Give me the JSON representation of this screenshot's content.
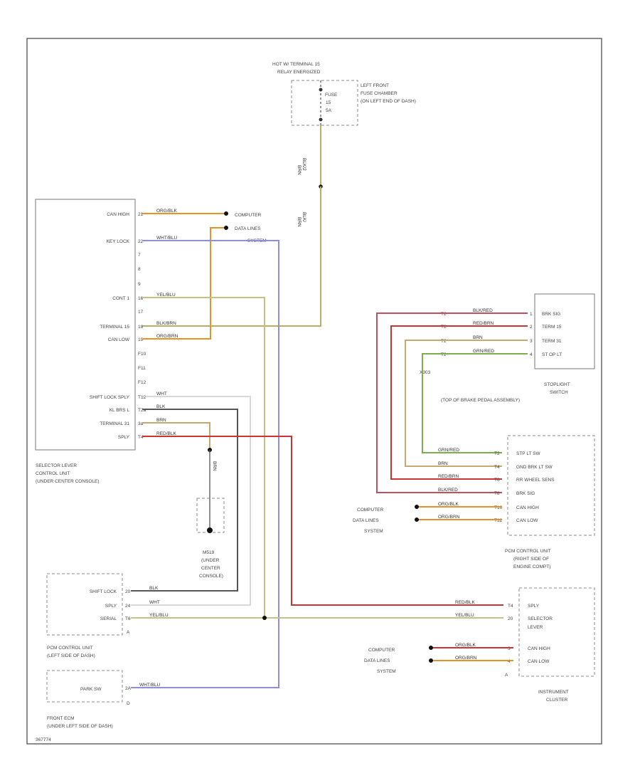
{
  "top": {
    "hot_label": "HOT W/ TERMINAL 15",
    "relay_label": "RELAY ENERGIZED",
    "fuse_label": "FUSE",
    "fuse_num": "15",
    "fuse_amps": "5A",
    "fuse_chamber_1": "LEFT FRONT",
    "fuse_chamber_2": "FUSE CHAMBER",
    "fuse_chamber_3": "(ON LEFT END OF DASH)",
    "wire_top": "BLK/2",
    "wire_top_2": "BRN",
    "wire_mid": "BLK/",
    "wire_mid_2": "BRN"
  },
  "selector": {
    "pins": [
      {
        "num": "21",
        "label": "CAN HIGH",
        "wire": "ORG/BLK"
      },
      {
        "num": "22",
        "label": "KEY LOCK",
        "wire": "WHT/BLU"
      },
      {
        "num": "7",
        "label": "",
        "wire": ""
      },
      {
        "num": "8",
        "label": "",
        "wire": ""
      },
      {
        "num": "9",
        "label": "",
        "wire": ""
      },
      {
        "num": "16",
        "label": "CONT 1",
        "wire": "YEL/BLU"
      },
      {
        "num": "17",
        "label": "",
        "wire": ""
      },
      {
        "num": "18",
        "label": "TERMINAL 15",
        "wire": "BLK/BRN"
      },
      {
        "num": "19",
        "label": "CAN LOW",
        "wire": "ORG/BRN"
      },
      {
        "num": "F10",
        "label": "",
        "wire": ""
      },
      {
        "num": "F11",
        "label": "",
        "wire": ""
      },
      {
        "num": "F12",
        "label": "",
        "wire": ""
      },
      {
        "num": "T12",
        "label": "SHIFT LOCK SPLY",
        "wire": "WHT"
      },
      {
        "num": "T2a",
        "label": "KL BRS L",
        "wire": "BLK"
      },
      {
        "num": "3a",
        "label": "TERMINAL 31",
        "wire": "BRN"
      },
      {
        "num": "T4",
        "label": "SPLY",
        "wire": "RED/BLK"
      }
    ],
    "name_1": "SELECTOR LEVER",
    "name_2": "CONTROL UNIT",
    "name_3": "(UNDER CENTER CONSOLE)"
  },
  "computer_top": {
    "l1": "COMPUTER",
    "l2": "DATA LINES",
    "l3": "SYSTEM"
  },
  "ground": {
    "wire": "BRN",
    "name_1": "M519",
    "name_2": "(UNDER",
    "name_3": "CENTER",
    "name_4": "CONSOLE)"
  },
  "stoplight": {
    "pins": [
      {
        "num": "1",
        "label": "BRK SIG",
        "wire": "BLK/RED",
        "conn": "T2"
      },
      {
        "num": "2",
        "label": "TERM 15",
        "wire": "RED/BRN",
        "conn": "T2"
      },
      {
        "num": "3",
        "label": "TERM 31",
        "wire": "BRN",
        "conn": "T2"
      },
      {
        "num": "4",
        "label": "ST OP LT",
        "wire": "GRN/RED",
        "conn": "T2"
      }
    ],
    "splice": "X303",
    "name_1": "STOPLIGHT",
    "name_2": "SWITCH",
    "name_3": "(TOP OF BRAKE PEDAL ASSEMBLY)"
  },
  "pcm": {
    "pins": [
      {
        "num": "T2",
        "label": "STP LT SW",
        "wire": "GRN/RED"
      },
      {
        "num": "T4",
        "label": "GND BRK LT SW",
        "wire": "BRN"
      },
      {
        "num": "T6",
        "label": "RR WHEEL SENS",
        "wire": "RED/BRN"
      },
      {
        "num": "T8",
        "label": "BRK SIG",
        "wire": "BLK/RED"
      },
      {
        "num": "T10",
        "label": "CAN HIGH",
        "wire": "ORG/BLK"
      },
      {
        "num": "T12",
        "label": "CAN LOW",
        "wire": "ORG/BRN"
      }
    ],
    "name_1": "PCM CONTROL UNIT",
    "name_2": "(RIGHT SIDE OF",
    "name_3": "ENGINE COMPT)"
  },
  "computer_mid": {
    "l1": "COMPUTER",
    "l2": "DATA LINES",
    "l3": "SYSTEM"
  },
  "pdm": {
    "pins": [
      {
        "num": "20",
        "label": "SHIFT LOCK",
        "wire": "BLK"
      },
      {
        "num": "24",
        "label": "SPLY",
        "wire": "WHT"
      },
      {
        "num": "T6",
        "label": "SERIAL",
        "wire": "YEL/BLU"
      }
    ],
    "conn": "A",
    "name_1": "PCM CONTROL UNIT",
    "name_2": "(LEFT SIDE OF DASH)"
  },
  "cluster": {
    "pins": [
      {
        "num": "T4",
        "label": "SPLY",
        "wire": "RED/BLK"
      },
      {
        "num": "20",
        "label": "SELECTOR",
        "wire": "YEL/BLU"
      },
      {
        "num": "",
        "label": "LEVER",
        "wire": ""
      },
      {
        "num": "3",
        "label": "CAN HIGH",
        "wire": "ORG/BLK"
      },
      {
        "num": "4",
        "label": "CAN LOW",
        "wire": "ORG/BRN"
      }
    ],
    "conn": "A",
    "name_1": "INSTRUMENT",
    "name_2": "CLUSTER"
  },
  "computer_bot": {
    "l1": "COMPUTER",
    "l2": "DATA LINES",
    "l3": "SYSTEM"
  },
  "front_ecm": {
    "pin_num": "2A",
    "pin_label": "PARK SW",
    "wire": "WHT/BLU",
    "conn": "D",
    "name_1": "FRONT ECM",
    "name_2": "(UNDER LEFT SIDE OF DASH)"
  },
  "footer_code": "367774",
  "colors": {
    "orange": "#e8902a",
    "blue": "#8c8cf0",
    "olive": "#b8b060",
    "red": "#cc3333",
    "darkgray": "#555555",
    "tan": "#c8a870",
    "green": "#7ab04a",
    "pinkred": "#c05060",
    "gray": "#aaaaaa"
  }
}
